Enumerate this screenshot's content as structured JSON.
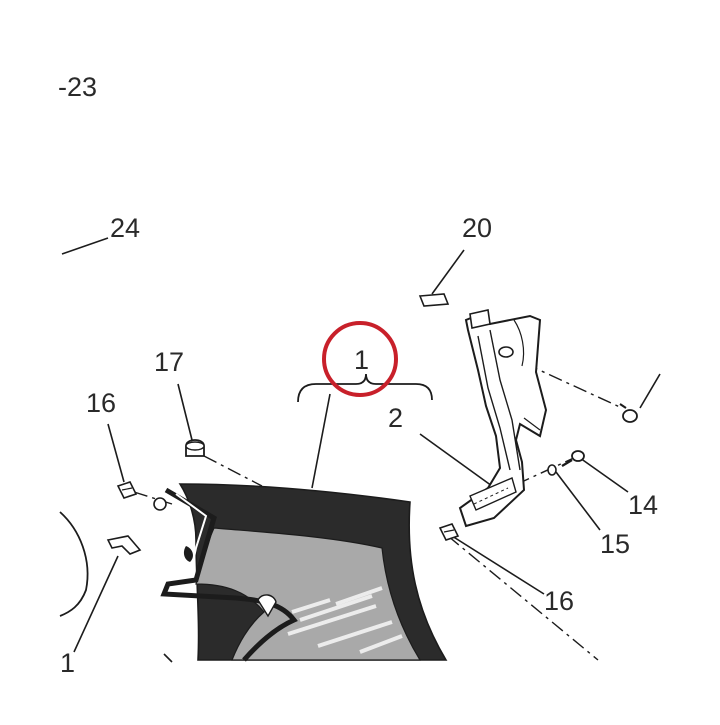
{
  "callouts": {
    "c23": "-23",
    "c24": "24",
    "c20": "20",
    "c17": "17",
    "c1": "1",
    "c16_left": "16",
    "c2": "2",
    "c14": "14",
    "c15": "15",
    "c16_right": "16",
    "c_cut": "1"
  },
  "colors": {
    "line": "#1c1c1c",
    "panel_dark": "#2b2b2b",
    "panel_grey": "#a9a9a9",
    "highlight_circle": "#c8202a"
  }
}
